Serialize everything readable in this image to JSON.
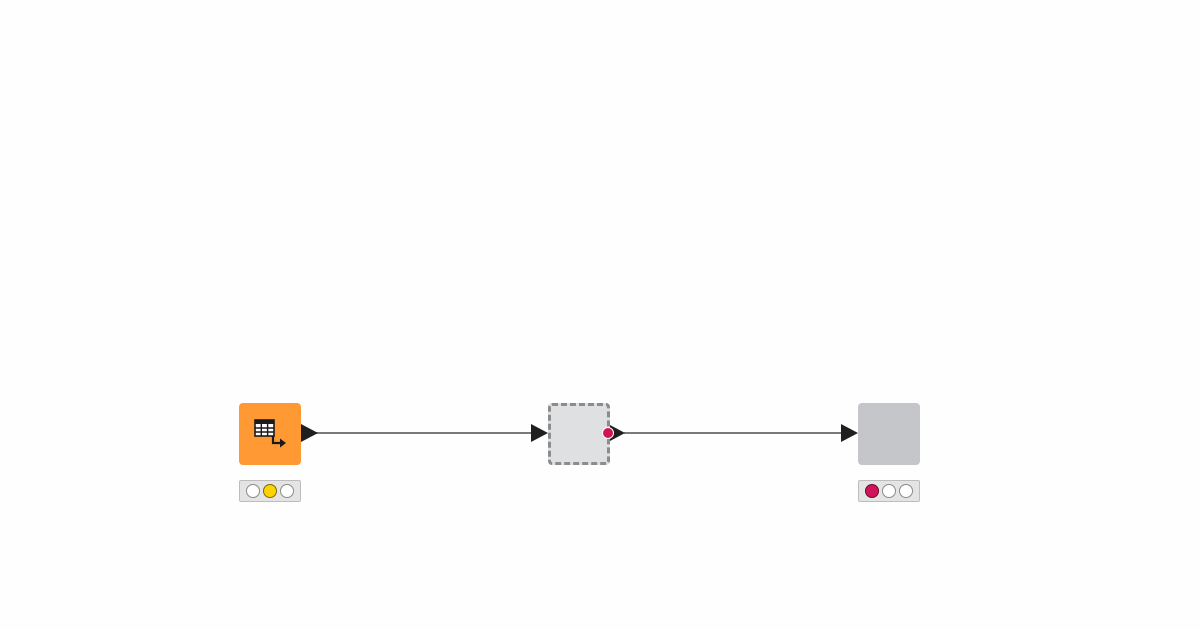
{
  "workflow": {
    "nodes": [
      {
        "id": "source-node",
        "kind": "table-reader",
        "icon": "table-output-icon",
        "color": "#ff9933",
        "status": "configured",
        "status_lights": [
          "off",
          "yellow",
          "off"
        ]
      },
      {
        "id": "missing-node",
        "kind": "placeholder",
        "icon": "",
        "color": "#dfe0e2",
        "status": "missing",
        "output_port_indicator_color": "#d1145a"
      },
      {
        "id": "target-node",
        "kind": "generic",
        "icon": "",
        "color": "#c4c6c9",
        "status": "error",
        "status_lights": [
          "red",
          "off",
          "off"
        ]
      }
    ],
    "connections": [
      {
        "from": "source-node",
        "to": "missing-node"
      },
      {
        "from": "missing-node",
        "to": "target-node"
      }
    ],
    "colors": {
      "connection": "#7a7a7a",
      "port": "#1f1f1f",
      "light_yellow": "#fdd400",
      "light_red": "#d1145a"
    }
  }
}
